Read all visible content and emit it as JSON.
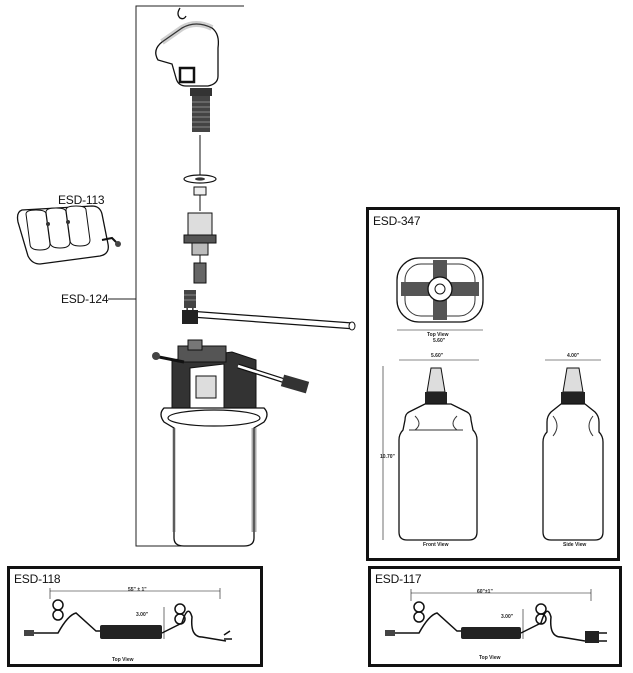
{
  "labels": {
    "esd113": "ESD-113",
    "esd124": "ESD-124",
    "esd347": "ESD-347",
    "esd118": "ESD-118",
    "esd117": "ESD-117"
  },
  "esd347": {
    "top_view": "Top View",
    "top_dim": "5.60\"",
    "front_view": "Front View",
    "front_width": "5.60\"",
    "front_height": "10.70\"",
    "side_view": "Side View",
    "side_width": "4.00\""
  },
  "esd118": {
    "caption": "Top View",
    "length": "55\" ± 1\"",
    "height": "3.00\""
  },
  "esd117": {
    "caption": "Top View",
    "length": "60\"±1\"",
    "height": "3.00\""
  }
}
